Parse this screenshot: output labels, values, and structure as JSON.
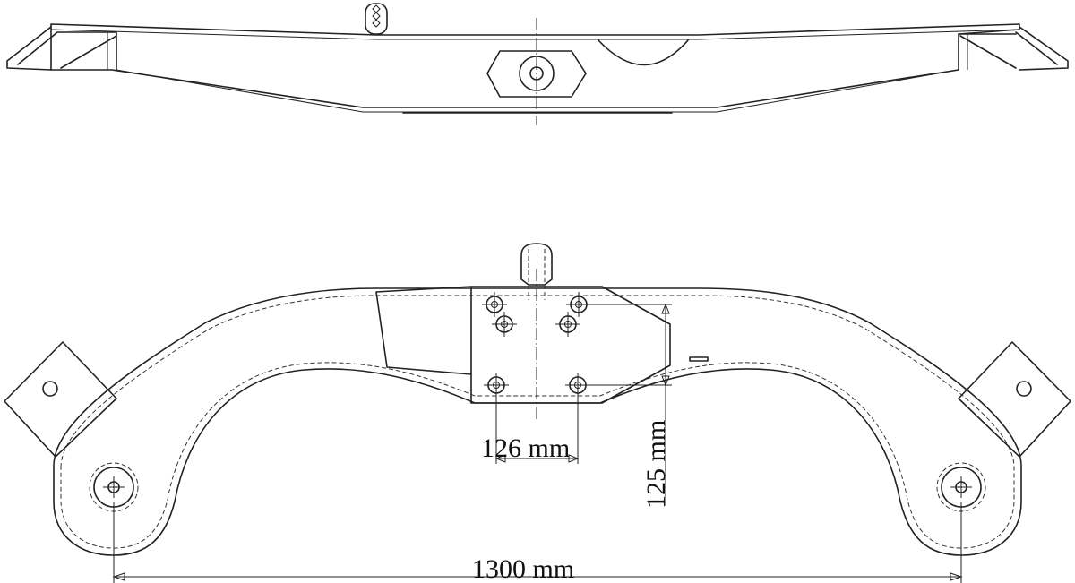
{
  "dimensions": {
    "hole_spacing_horizontal": "126 mm",
    "hole_spacing_vertical": "125 mm",
    "pivot_spacing": "1300 mm"
  },
  "colors": {
    "line": "#222222",
    "background": "#ffffff"
  }
}
